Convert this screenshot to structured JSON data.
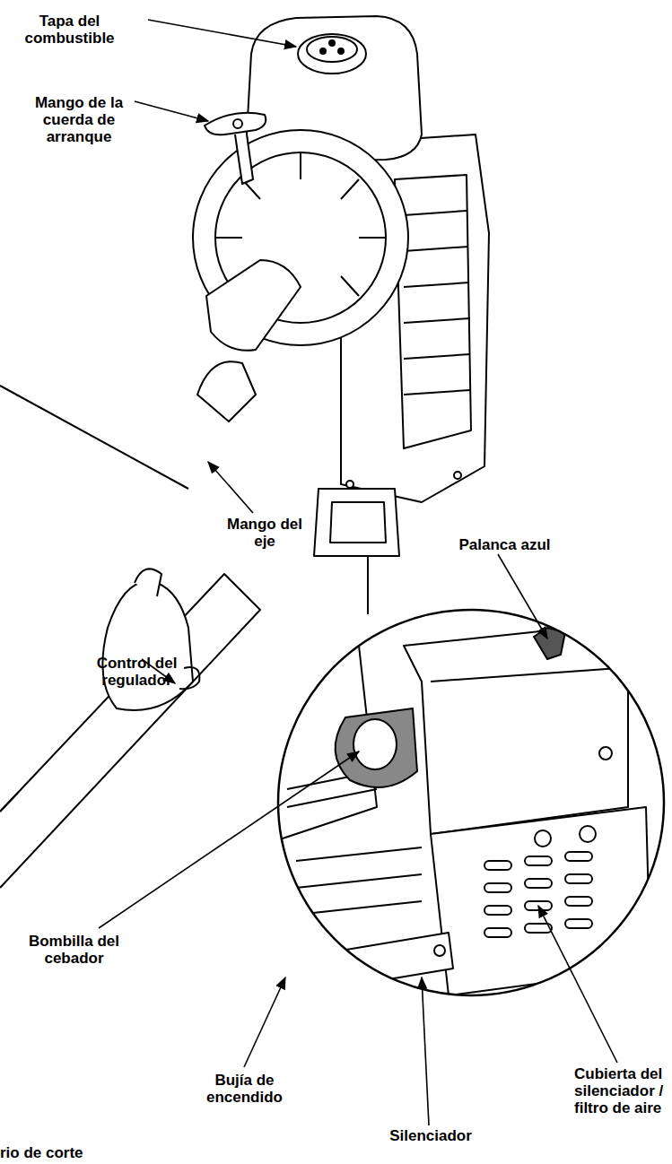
{
  "diagram": {
    "labels": [
      "Tapa del combustible",
      "Mango de la cuerda de arranque",
      "Mango del eje",
      "Control del regulador",
      "Palanca azul",
      "Bombilla del cebador",
      "Bujía de encendido",
      "Cubierta del silenciador / filtro de aire",
      "Silenciador",
      "rio de corte"
    ]
  }
}
